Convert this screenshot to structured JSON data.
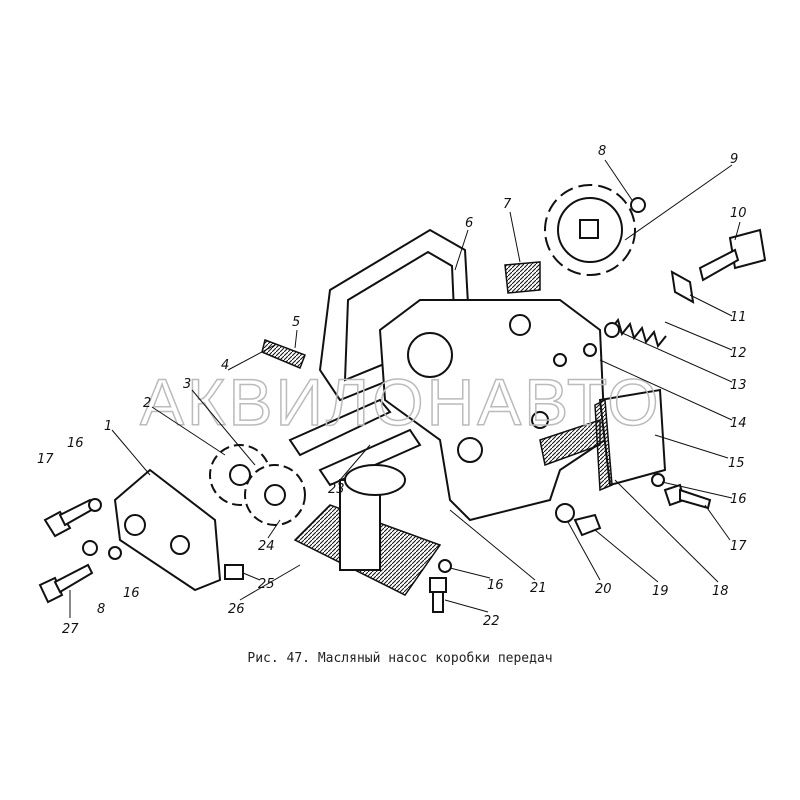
{
  "caption": "Рис. 47. Масляный насос коробки передач",
  "watermark": "АКВИЛОНАВТО",
  "callouts": [
    "1",
    "2",
    "3",
    "4",
    "5",
    "6",
    "7",
    "8",
    "9",
    "10",
    "11",
    "12",
    "13",
    "14",
    "15",
    "16",
    "17",
    "18",
    "19",
    "20",
    "21",
    "22",
    "23",
    "24",
    "25",
    "26",
    "27",
    "16",
    "8",
    "16",
    "16",
    "17"
  ]
}
